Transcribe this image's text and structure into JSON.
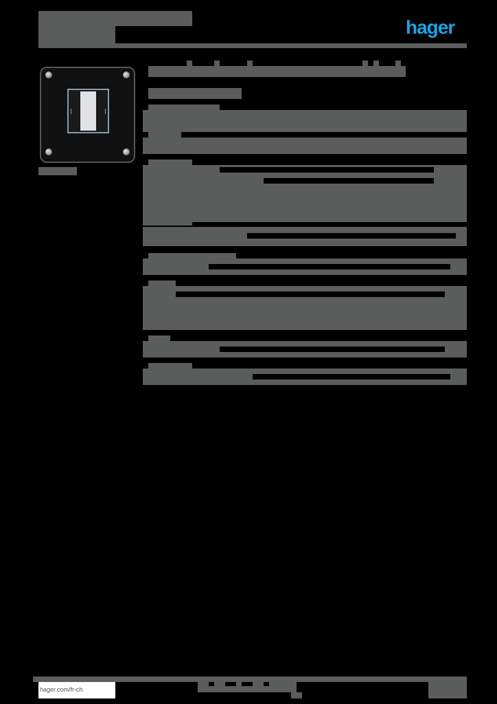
{
  "header": {
    "brand_logo": "hager",
    "brand_color": "#1aa3e8",
    "title_redacted": true
  },
  "product_image": {
    "description": "black surface-mounted single push-button with white center rocker and four corner screws",
    "caption_redacted": true
  },
  "main": {
    "title_redacted": true,
    "subtitle_redacted": true,
    "sections_count": 7
  },
  "footer": {
    "url": "hager.com/fr-ch"
  },
  "colors": {
    "background": "#000000",
    "redaction": "#5b5c5c"
  }
}
